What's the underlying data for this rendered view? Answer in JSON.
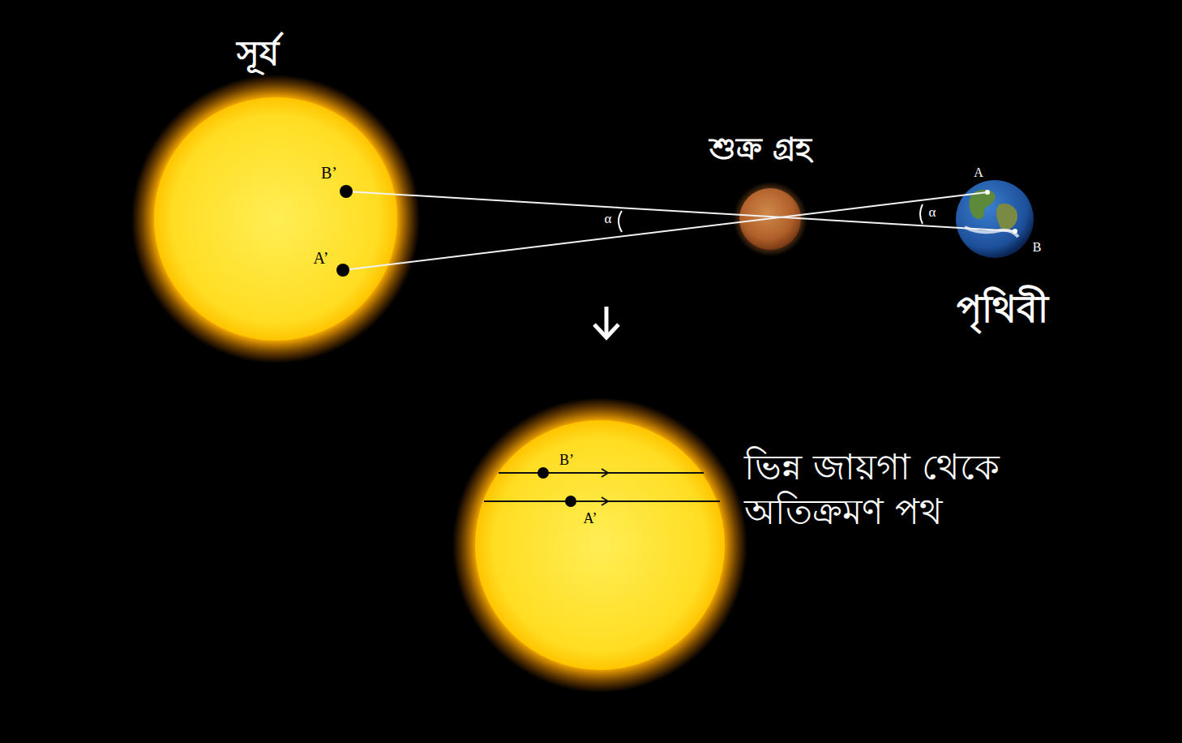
{
  "diagram": {
    "nodes": [
      {
        "text": [
          "সূর্য",
          "B’",
          "A’"
        ]
      },
      {
        "text": [
          "শুক্র গ্রহ"
        ]
      },
      {
        "text": [
          "পৃথিবী",
          "A",
          "B"
        ]
      },
      {
        "text": [
          "B’",
          "A’"
        ]
      }
    ],
    "labels": [
      "α",
      "α",
      "ভিন্ন জায়গা থেকে অতিক্রমণ পথ"
    ]
  }
}
